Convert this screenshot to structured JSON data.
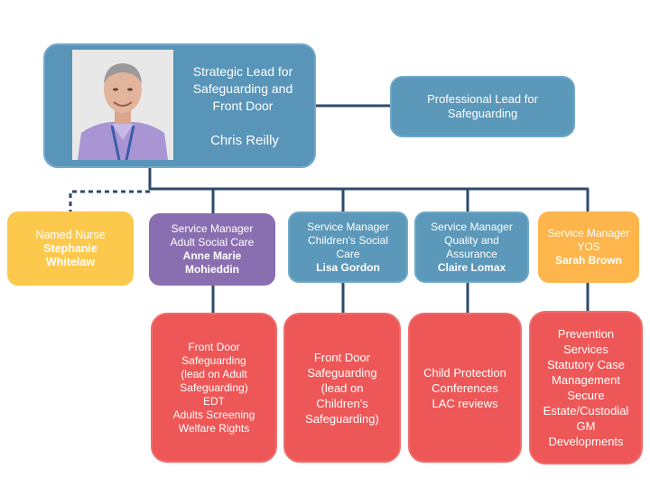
{
  "strategic_lead": {
    "title": "Strategic Lead for Safeguarding and Front Door",
    "name": "Chris Reilly"
  },
  "professional_lead": {
    "title": "Professional Lead for Safeguarding"
  },
  "named_nurse": {
    "role": "Named Nurse",
    "name": "Stephanie Whitelaw"
  },
  "managers": [
    {
      "role": "Service Manager Adult Social Care",
      "name": "Anne Marie Mohieddin"
    },
    {
      "role": "Service Manager Children's Social Care",
      "name": "Lisa Gordon"
    },
    {
      "role": "Service Manager Quality and Assurance",
      "name": "Claire Lomax"
    },
    {
      "role": "Service Manager YOS",
      "name": "Sarah Brown"
    }
  ],
  "remits": [
    {
      "lines": [
        "Front Door",
        "Safeguarding",
        "(lead on Adult",
        "Safeguarding)",
        "EDT",
        "Adults Screening",
        "Welfare Rights"
      ]
    },
    {
      "lines": [
        "Front Door",
        "Safeguarding",
        "(lead on",
        "Children's",
        "Safeguarding)"
      ]
    },
    {
      "lines": [
        "Child Protection",
        "Conferences",
        "LAC reviews"
      ]
    },
    {
      "lines": [
        "Prevention",
        "Services",
        "Statutory Case",
        "Management",
        "Secure",
        "Estate/Custodial",
        "GM",
        "Developments"
      ]
    }
  ],
  "colors": {
    "blue": "#5b98b9",
    "yellow": "#fdc94c",
    "purple": "#8a6fb0",
    "red": "#ee5757",
    "orange": "#fdb54c",
    "connector": "#2e4a6b"
  }
}
